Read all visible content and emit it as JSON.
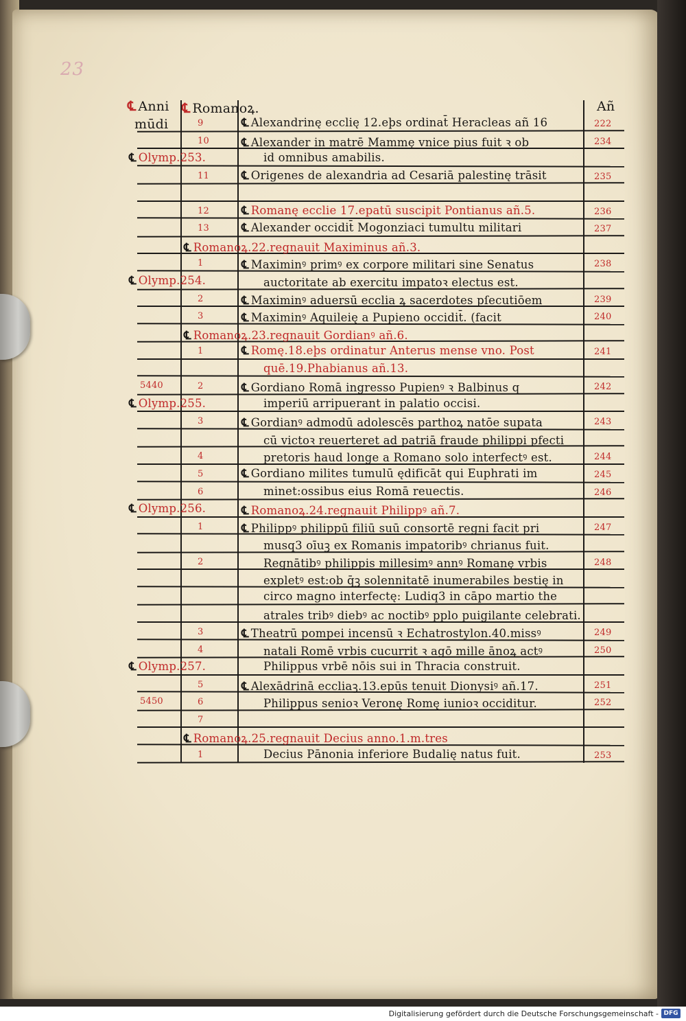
{
  "page": {
    "folio": "23",
    "pilcrow": "℄"
  },
  "header": {
    "col1_line1": "Anni",
    "col1_line2": "mūdi",
    "col2": "Romanoꝝ.",
    "col4": "Añ"
  },
  "rows": [
    {
      "mundi": "",
      "olymp": "",
      "reg": "9",
      "text": "Alexandrinę ecclię 12.eþs ordinat̄ Heracleas añ 16",
      "text_red": false,
      "pil": true,
      "year": "222"
    },
    {
      "mundi": "",
      "olymp": "",
      "reg": "10",
      "text": "Alexander in matrē Mammę vnice pius fuit ꝛ ob",
      "text_red": false,
      "pil": true,
      "year": "234"
    },
    {
      "mundi": "",
      "olymp": "Olymp.253.",
      "reg": "",
      "text": "id omnibus amabilis.",
      "text_red": false,
      "pil": false,
      "year": ""
    },
    {
      "mundi": "",
      "olymp": "",
      "reg": "11",
      "text": "Origenes de alexandria ad Cesariā palestinę trāsit",
      "text_red": false,
      "pil": true,
      "year": "235"
    },
    {
      "mundi": "",
      "olymp": "",
      "reg": "",
      "text": "",
      "text_red": false,
      "pil": false,
      "year": ""
    },
    {
      "mundi": "",
      "olymp": "",
      "reg": "12",
      "text": "Romanę ecclie 17.epatū suscipit Pontianus añ.5.",
      "text_red": true,
      "pil": true,
      "year": "236"
    },
    {
      "mundi": "",
      "olymp": "",
      "reg": "13",
      "text": "Alexander occidit̄ Mogonziaci tumultu militari",
      "text_red": false,
      "pil": true,
      "year": "237"
    },
    {
      "mundi": "",
      "olymp": "",
      "reg": "",
      "text": "Romanoꝝ.22.regnauit Maximinus añ.3.",
      "text_red": true,
      "pil": true,
      "year": "",
      "span": true
    },
    {
      "mundi": "",
      "olymp": "",
      "reg": "1",
      "text": "Maximinꝰ primꝰ ex corpore militari sine Senatus",
      "text_red": false,
      "pil": true,
      "year": "238"
    },
    {
      "mundi": "",
      "olymp": "Olymp.254.",
      "reg": "",
      "text": "auctoritate ab exercitu impatoꝛ electus est.",
      "text_red": false,
      "pil": false,
      "year": ""
    },
    {
      "mundi": "",
      "olymp": "",
      "reg": "2",
      "text": "Maximinꝰ aduersū ecclia ꝝ sacerdotes pſecutiōem",
      "text_red": false,
      "pil": true,
      "year": "239"
    },
    {
      "mundi": "",
      "olymp": "",
      "reg": "3",
      "text": "Maximinꝰ Aquileię a Pupieno occidit̄.      (facit",
      "text_red": false,
      "pil": true,
      "year": "240"
    },
    {
      "mundi": "",
      "olymp": "",
      "reg": "",
      "text": "Romanoꝝ.23.regnauit Gordianꝰ añ.6.",
      "text_red": true,
      "pil": true,
      "year": "",
      "span": true
    },
    {
      "mundi": "",
      "olymp": "",
      "reg": "1",
      "text": "Romę.18.eþs ordinatur Anterus mense vno. Post",
      "text_red": true,
      "pil": true,
      "year": "241"
    },
    {
      "mundi": "",
      "olymp": "",
      "reg": "",
      "text": "quē.19.Phabianus añ.13.",
      "text_red": true,
      "pil": false,
      "year": ""
    },
    {
      "mundi": "5440",
      "olymp": "",
      "reg": "2",
      "text": "Gordiano Romā ingresso Pupienꝰ ꝛ Balbinus q",
      "text_red": false,
      "pil": true,
      "year": "242"
    },
    {
      "mundi": "",
      "olymp": "Olymp.255.",
      "reg": "",
      "text": "imperiū arripuerant in palatio occisi.",
      "text_red": false,
      "pil": false,
      "year": ""
    },
    {
      "mundi": "",
      "olymp": "",
      "reg": "3",
      "text": "Gordianꝰ admodū adolescēs parthoꝝ natōe supata",
      "text_red": false,
      "pil": true,
      "year": "243"
    },
    {
      "mundi": "",
      "olymp": "",
      "reg": "",
      "text": "cū victoꝛ reuerteret ad patriā fraude philippi pfecti",
      "text_red": false,
      "pil": false,
      "year": ""
    },
    {
      "mundi": "",
      "olymp": "",
      "reg": "4",
      "text": "pretoris haud longe a Romano solo interfectꝰ est.",
      "text_red": false,
      "pil": false,
      "year": "244"
    },
    {
      "mundi": "",
      "olymp": "",
      "reg": "5",
      "text": "Gordiano milites tumulū ędificāt qui Euphrati im",
      "text_red": false,
      "pil": true,
      "year": "245"
    },
    {
      "mundi": "",
      "olymp": "",
      "reg": "6",
      "text": "minet:ossibus eius Romā reuectis.",
      "text_red": false,
      "pil": false,
      "year": "246"
    },
    {
      "mundi": "",
      "olymp": "Olymp.256.",
      "reg": "",
      "text": "Romanoꝝ.24.regnauit Philippꝰ añ.7.",
      "text_red": true,
      "pil": true,
      "year": ""
    },
    {
      "mundi": "",
      "olymp": "",
      "reg": "1",
      "text": "Philippꝰ philippū filiū suū consortē regni facit pri",
      "text_red": false,
      "pil": true,
      "year": "247"
    },
    {
      "mundi": "",
      "olymp": "",
      "reg": "",
      "text": "musq3 oīuꝫ ex Romanis impatoribꝰ chrianus fuit.",
      "text_red": false,
      "pil": false,
      "year": ""
    },
    {
      "mundi": "",
      "olymp": "",
      "reg": "2",
      "text": "Regnātibꝰ philippis millesimꝰ annꝰ Romanę vrbis",
      "text_red": false,
      "pil": false,
      "year": "248"
    },
    {
      "mundi": "",
      "olymp": "",
      "reg": "",
      "text": "expletꝰ est:ob q̄ꝫ solennitatē inumerabiles bestię in",
      "text_red": false,
      "pil": false,
      "year": ""
    },
    {
      "mundi": "",
      "olymp": "",
      "reg": "",
      "text": "circo magno interfectę: Ludiq3 in cāpo martio the",
      "text_red": false,
      "pil": false,
      "year": ""
    },
    {
      "mundi": "",
      "olymp": "",
      "reg": "",
      "text": "atrales tribꝰ diebꝰ ac noctibꝰ pplo puigilante celebrati.",
      "text_red": false,
      "pil": false,
      "year": ""
    },
    {
      "mundi": "",
      "olymp": "",
      "reg": "3",
      "text": "Theatrū pompei incensū ꝛ Echatrostylon.40.missꝰ",
      "text_red": false,
      "pil": true,
      "year": "249"
    },
    {
      "mundi": "",
      "olymp": "",
      "reg": "4",
      "text": "natali Romē vrbis cucurrit ꝛ agō mille ānoꝝ actꝰ",
      "text_red": false,
      "pil": false,
      "year": "250"
    },
    {
      "mundi": "",
      "olymp": "Olymp.257.",
      "reg": "",
      "text": "Philippus vrbē nōis sui in Thracia construit.",
      "text_red": false,
      "pil": false,
      "year": ""
    },
    {
      "mundi": "",
      "olymp": "",
      "reg": "5",
      "text": "Alexādrinā eccliaꝫ.13.epūs tenuit Dionysiꝰ añ.17.",
      "text_red": false,
      "pil": true,
      "year": "251"
    },
    {
      "mundi": "5450",
      "olymp": "",
      "reg": "6",
      "text": "Philippus senioꝛ Veronę Romę iunioꝛ occiditur.",
      "text_red": false,
      "pil": false,
      "year": "252"
    },
    {
      "mundi": "",
      "olymp": "",
      "reg": "7",
      "text": "",
      "text_red": false,
      "pil": false,
      "year": ""
    },
    {
      "mundi": "",
      "olymp": "",
      "reg": "",
      "text": "Romanoꝝ.25.regnauit Decius anno.1.m.tres",
      "text_red": true,
      "pil": true,
      "year": "",
      "span": true
    },
    {
      "mundi": "",
      "olymp": "",
      "reg": "1",
      "text": "Decius Pānonia inferiore Budalię natus fuit.",
      "text_red": false,
      "pil": false,
      "year": "253"
    }
  ],
  "footer": {
    "credit": "Digitalisierung gefördert durch die Deutsche Forschungsgemeinschaft -",
    "logo": "DFG"
  },
  "colors": {
    "ink": "#1b1917",
    "rubric": "#c02a2a",
    "paper": "#f4ecd7"
  }
}
